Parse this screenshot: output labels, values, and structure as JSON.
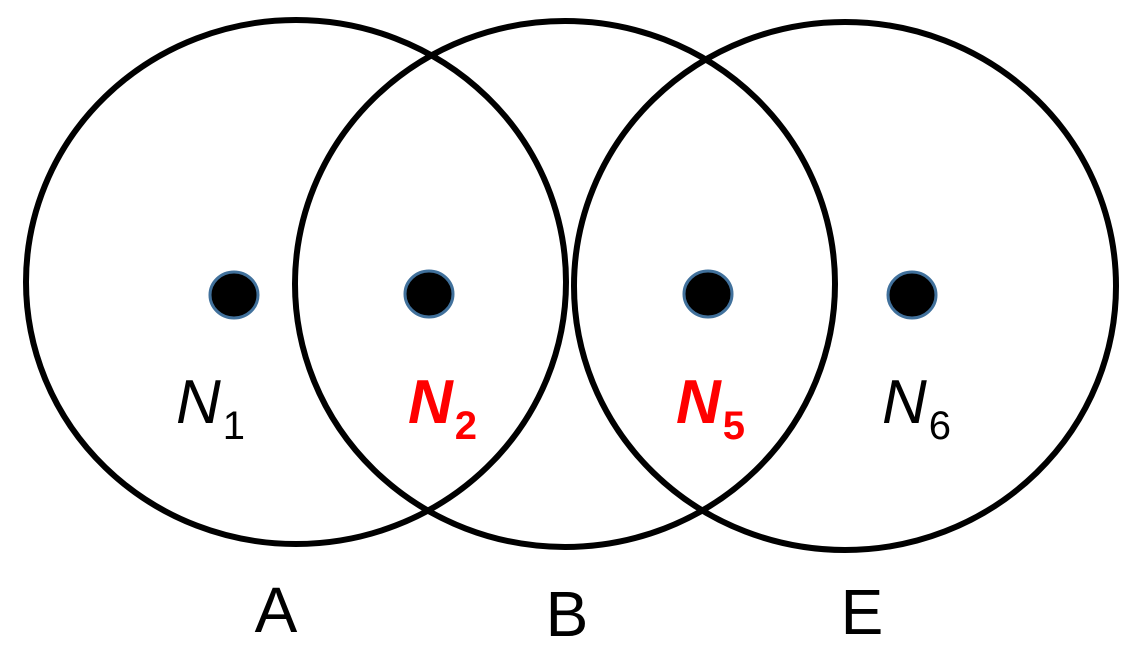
{
  "colors": {
    "ring": "#000000",
    "dot_fill": "#000000",
    "dot_outline": "#41719c",
    "text_default": "#000000",
    "text_highlight": "#ff0000"
  },
  "regions": [
    {
      "label": "A"
    },
    {
      "label": "B"
    },
    {
      "label": "E"
    }
  ],
  "nodes": [
    {
      "letter": "N",
      "sub": "1",
      "highlighted": false
    },
    {
      "letter": "N",
      "sub": "2",
      "highlighted": true
    },
    {
      "letter": "N",
      "sub": "5",
      "highlighted": true
    },
    {
      "letter": "N",
      "sub": "6",
      "highlighted": false
    }
  ]
}
